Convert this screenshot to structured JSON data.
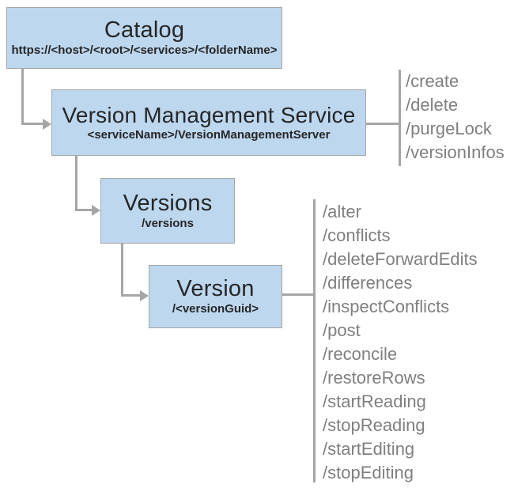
{
  "diagram": {
    "nodes": {
      "catalog": {
        "title": "Catalog",
        "subtitle": "https://<host>/<root>/<services>/<folderName>"
      },
      "vms": {
        "title": "Version Management Service",
        "subtitle": "<serviceName>/VersionManagementServer"
      },
      "versions": {
        "title": "Versions",
        "subtitle": "/versions"
      },
      "version": {
        "title": "Version",
        "subtitle": "/<versionGuid>"
      }
    },
    "operation_groups": {
      "vms": {
        "attached_to": "Version Management Service",
        "operations": [
          "/create",
          "/delete",
          "/purgeLock",
          "/versionInfos"
        ]
      },
      "version": {
        "attached_to": "Version",
        "operations": [
          "/alter",
          "/conflicts",
          "/deleteForwardEdits",
          "/differences",
          "/inspectConflicts",
          "/post",
          "/reconcile",
          "/restoreRows",
          "/startReading",
          "/stopReading",
          "/startEditing",
          "/stopEditing"
        ]
      }
    },
    "colors": {
      "node_fill": "#bdd7ee",
      "node_border": "#a6a6a6",
      "connector": "#a6a6a6",
      "operation_text": "#7f7f7f",
      "node_text": "#262626"
    }
  }
}
